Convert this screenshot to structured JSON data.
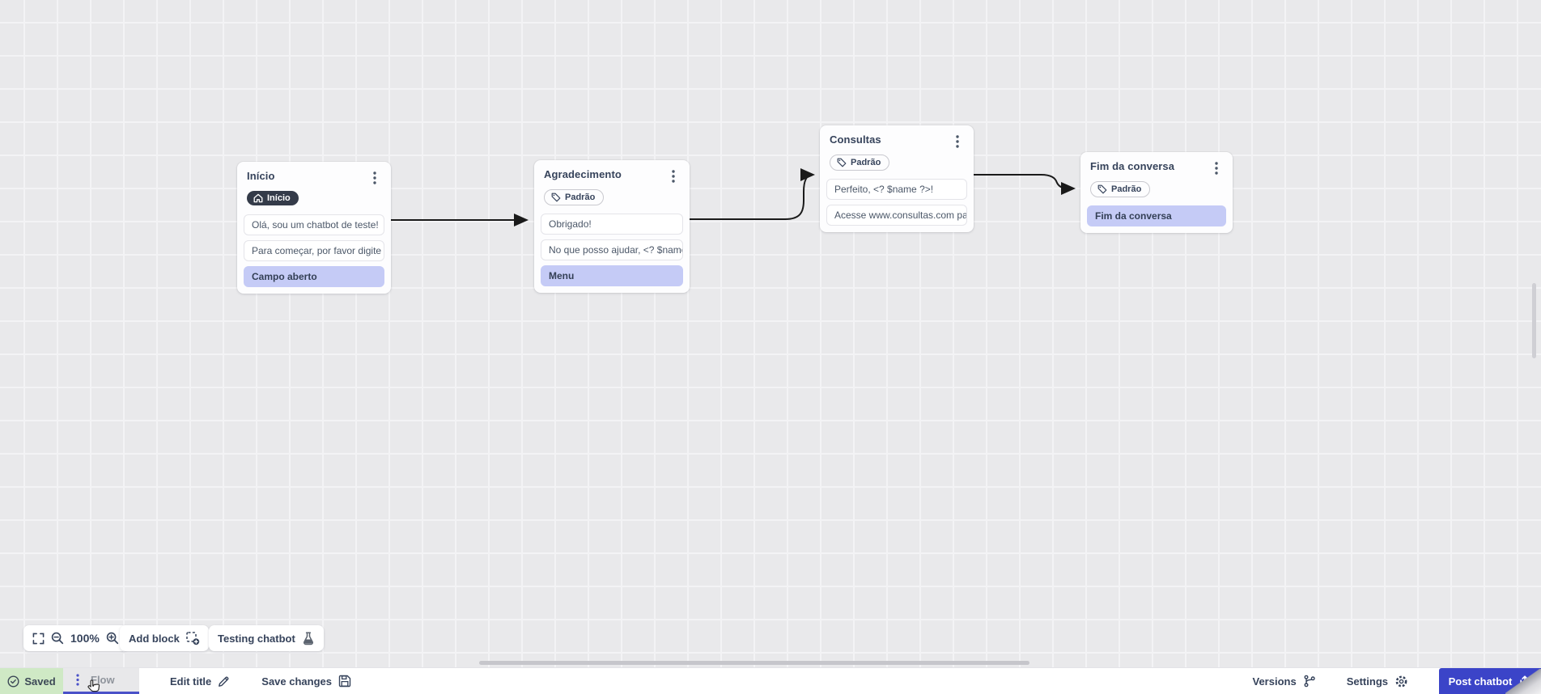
{
  "nodes": [
    {
      "title": "Início",
      "badge": "Início",
      "rows": [
        {
          "text": "Olá, sou um chatbot de teste!",
          "highlight": false
        },
        {
          "text": "Para começar, por favor digite o ...",
          "highlight": false
        },
        {
          "text": "Campo aberto",
          "highlight": true
        }
      ]
    },
    {
      "title": "Agradecimento",
      "badge": "Padrão",
      "rows": [
        {
          "text": "Obrigado!",
          "highlight": false
        },
        {
          "text": "No que posso ajudar, <? $name ...",
          "highlight": false
        },
        {
          "text": "Menu",
          "highlight": true
        }
      ]
    },
    {
      "title": "Consultas",
      "badge": "Padrão",
      "rows": [
        {
          "text": "Perfeito, <? $name ?>!",
          "highlight": false
        },
        {
          "text": "Acesse www.consultas.com par...",
          "highlight": false
        }
      ]
    },
    {
      "title": "Fim da conversa",
      "badge": "Padrão",
      "rows": [
        {
          "text": "Fim da conversa",
          "highlight": true
        }
      ]
    }
  ],
  "canvas_controls": {
    "zoom_level": "100%",
    "add_block": "Add block",
    "testing_chatbot": "Testing chatbot"
  },
  "statusbar": {
    "saved": "Saved",
    "flow_tab": "Flow",
    "edit_title": "Edit title",
    "save_changes": "Save changes",
    "versions": "Versions",
    "settings": "Settings",
    "post_chatbot": "Post chatbot"
  },
  "icons": {
    "saved": "circle-check-icon",
    "flow_handle": "kebab-vertical-icon",
    "edit_title": "pencil-icon",
    "save_changes": "floppy-icon",
    "versions": "git-branch-icon",
    "settings": "gear-icon",
    "post_chatbot": "upload-icon",
    "start_badge": "home-icon",
    "default_badge": "tag-icon",
    "zoom": "magnifier-icon",
    "fullscreen": "expand-icon",
    "add_block": "dashed-square-plus-icon",
    "testing": "flask-icon"
  },
  "colors": {
    "canvas_bg": "#e9e9eb",
    "accent": "#4a51c8",
    "post_button": "#3b44c8",
    "saved_bg": "#cfe9c5",
    "row_highlight": "#c5cbf6",
    "start_badge_bg": "#343b49",
    "arrow": "#1a1a1a"
  }
}
